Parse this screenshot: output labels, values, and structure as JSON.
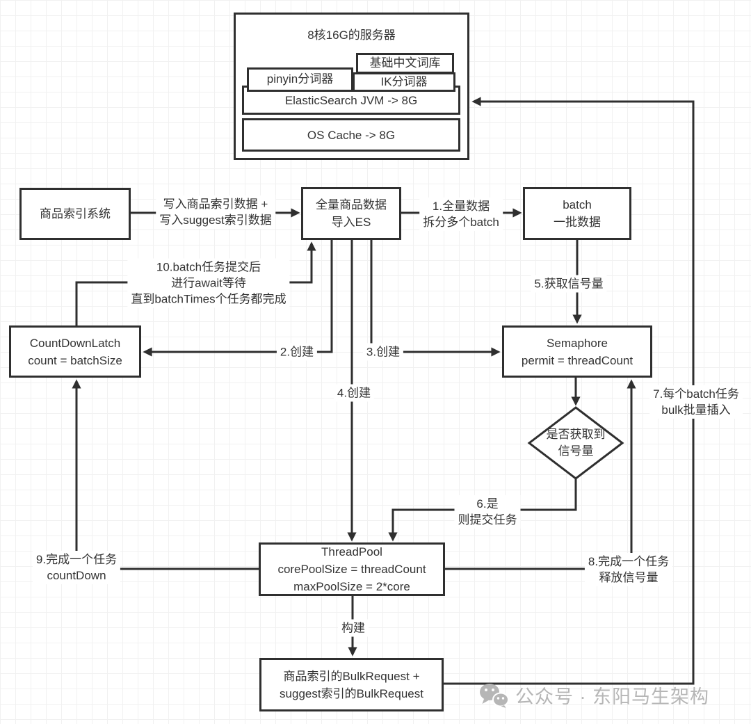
{
  "colors": {
    "line": "#2f2f2f",
    "text": "#333333",
    "grid": "#f1f1f1",
    "background": "#ffffff",
    "watermark": "#b6b6b6"
  },
  "server": {
    "title": "8核16G的服务器",
    "dict": "基础中文词库",
    "pinyin": "pinyin分词器",
    "ik": "IK分词器",
    "jvm": "ElasticSearch JVM -> 8G",
    "cache": "OS Cache -> 8G"
  },
  "nodes": {
    "indexSystem": "商品索引系统",
    "importEs": [
      "全量商品数据",
      "导入ES"
    ],
    "batch": [
      "batch",
      "一批数据"
    ],
    "countdown": [
      "CountDownLatch",
      "count = batchSize"
    ],
    "semaphore": [
      "Semaphore",
      "permit = threadCount"
    ],
    "diamond": [
      "是否获取到",
      "信号量"
    ],
    "threadpool": [
      "ThreadPool",
      "corePoolSize = threadCount",
      "maxPoolSize = 2*core"
    ],
    "bulk": [
      "商品索引的BulkRequest +",
      "suggest索引的BulkRequest"
    ]
  },
  "edges": {
    "write": [
      "写入商品索引数据 +",
      "写入suggest索引数据"
    ],
    "step1": [
      "1.全量数据",
      "拆分多个batch"
    ],
    "step2": "2.创建",
    "step3": "3.创建",
    "step4": "4.创建",
    "step5": "5.获取信号量",
    "step6": [
      "6.是",
      "则提交任务"
    ],
    "step7": [
      "7.每个batch任务",
      "bulk批量插入"
    ],
    "step8": [
      "8.完成一个任务",
      "释放信号量"
    ],
    "step9": [
      "9.完成一个任务",
      "countDown"
    ],
    "step10": [
      "10.batch任务提交后",
      "进行await等待",
      "直到batchTimes个任务都完成"
    ],
    "build": "构建"
  },
  "watermark": {
    "text": "公众号 · 东阳马生架构",
    "icon": "wechat-icon"
  }
}
